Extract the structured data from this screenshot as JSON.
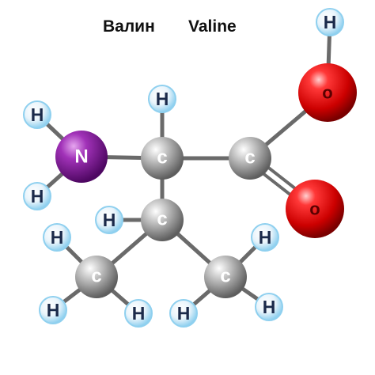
{
  "title": {
    "russian": "Валин",
    "english": "Valine"
  },
  "element_labels": {
    "H": "H",
    "C": "c",
    "N": "N",
    "O": "o"
  },
  "colors": {
    "hydrogen_body": "#e9f4fb",
    "hydrogen_glow": "#8fd0ef",
    "hydrogen_text": "#1b2a4a",
    "carbon_light": "#f2f2f2",
    "carbon_dark": "#6b6b6b",
    "carbon_text": "#ffffff",
    "nitrogen_light": "#c45bd6",
    "nitrogen_dark": "#5a0a6e",
    "nitrogen_text": "#ffffff",
    "oxygen_light": "#ff4a4a",
    "oxygen_dark": "#8a0000",
    "oxygen_text": "#5a0000",
    "bond": "#6a6a6a"
  },
  "atoms": [
    {
      "id": "H_top",
      "element": "H"
    },
    {
      "id": "O1",
      "element": "O"
    },
    {
      "id": "O2",
      "element": "O"
    },
    {
      "id": "C_carboxyl",
      "element": "C"
    },
    {
      "id": "C_alpha",
      "element": "C"
    },
    {
      "id": "H_alpha",
      "element": "H"
    },
    {
      "id": "N",
      "element": "N"
    },
    {
      "id": "H_N1",
      "element": "H"
    },
    {
      "id": "H_N2",
      "element": "H"
    },
    {
      "id": "C_beta",
      "element": "C"
    },
    {
      "id": "H_beta",
      "element": "H"
    },
    {
      "id": "C_methyl_left",
      "element": "C"
    },
    {
      "id": "C_methyl_right",
      "element": "C"
    },
    {
      "id": "H_L1",
      "element": "H"
    },
    {
      "id": "H_L2",
      "element": "H"
    },
    {
      "id": "H_L3",
      "element": "H"
    },
    {
      "id": "H_R1",
      "element": "H"
    },
    {
      "id": "H_R2",
      "element": "H"
    },
    {
      "id": "H_R3",
      "element": "H"
    }
  ],
  "bonds": [
    {
      "a": "H_top",
      "b": "O1",
      "order": 1
    },
    {
      "a": "O1",
      "b": "C_carboxyl",
      "order": 1
    },
    {
      "a": "C_carboxyl",
      "b": "O2",
      "order": 2
    },
    {
      "a": "C_carboxyl",
      "b": "C_alpha",
      "order": 1
    },
    {
      "a": "C_alpha",
      "b": "H_alpha",
      "order": 1
    },
    {
      "a": "C_alpha",
      "b": "N",
      "order": 1
    },
    {
      "a": "N",
      "b": "H_N1",
      "order": 1
    },
    {
      "a": "N",
      "b": "H_N2",
      "order": 1
    },
    {
      "a": "C_alpha",
      "b": "C_beta",
      "order": 1
    },
    {
      "a": "C_beta",
      "b": "H_beta",
      "order": 1
    },
    {
      "a": "C_beta",
      "b": "C_methyl_left",
      "order": 1
    },
    {
      "a": "C_beta",
      "b": "C_methyl_right",
      "order": 1
    },
    {
      "a": "C_methyl_left",
      "b": "H_L1",
      "order": 1
    },
    {
      "a": "C_methyl_left",
      "b": "H_L2",
      "order": 1
    },
    {
      "a": "C_methyl_left",
      "b": "H_L3",
      "order": 1
    },
    {
      "a": "C_methyl_right",
      "b": "H_R1",
      "order": 1
    },
    {
      "a": "C_methyl_right",
      "b": "H_R2",
      "order": 1
    },
    {
      "a": "C_methyl_right",
      "b": "H_R3",
      "order": 1
    }
  ]
}
